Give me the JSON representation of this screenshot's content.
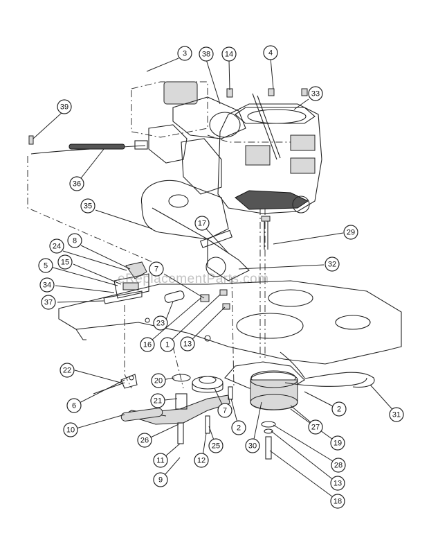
{
  "watermark": "eReplacementParts.com",
  "callouts": [
    {
      "id": "3",
      "label": "3"
    },
    {
      "id": "38",
      "label": "38"
    },
    {
      "id": "14",
      "label": "14"
    },
    {
      "id": "4",
      "label": "4"
    },
    {
      "id": "33",
      "label": "33"
    },
    {
      "id": "39",
      "label": "39"
    },
    {
      "id": "36",
      "label": "36"
    },
    {
      "id": "35",
      "label": "35"
    },
    {
      "id": "17",
      "label": "17"
    },
    {
      "id": "29",
      "label": "29"
    },
    {
      "id": "8",
      "label": "8"
    },
    {
      "id": "24",
      "label": "24"
    },
    {
      "id": "15",
      "label": "15"
    },
    {
      "id": "5",
      "label": "5"
    },
    {
      "id": "7a",
      "label": "7"
    },
    {
      "id": "32",
      "label": "32"
    },
    {
      "id": "34",
      "label": "34"
    },
    {
      "id": "37",
      "label": "37"
    },
    {
      "id": "23",
      "label": "23"
    },
    {
      "id": "16",
      "label": "16"
    },
    {
      "id": "1",
      "label": "1"
    },
    {
      "id": "13a",
      "label": "13"
    },
    {
      "id": "22",
      "label": "22"
    },
    {
      "id": "20",
      "label": "20"
    },
    {
      "id": "21",
      "label": "21"
    },
    {
      "id": "7b",
      "label": "7"
    },
    {
      "id": "2a",
      "label": "2"
    },
    {
      "id": "2b",
      "label": "2"
    },
    {
      "id": "31",
      "label": "31"
    },
    {
      "id": "27",
      "label": "27"
    },
    {
      "id": "6",
      "label": "6"
    },
    {
      "id": "10",
      "label": "10"
    },
    {
      "id": "26",
      "label": "26"
    },
    {
      "id": "25",
      "label": "25"
    },
    {
      "id": "30",
      "label": "30"
    },
    {
      "id": "19",
      "label": "19"
    },
    {
      "id": "11",
      "label": "11"
    },
    {
      "id": "12",
      "label": "12"
    },
    {
      "id": "28",
      "label": "28"
    },
    {
      "id": "9",
      "label": "9"
    },
    {
      "id": "13b",
      "label": "13"
    },
    {
      "id": "18",
      "label": "18"
    }
  ]
}
